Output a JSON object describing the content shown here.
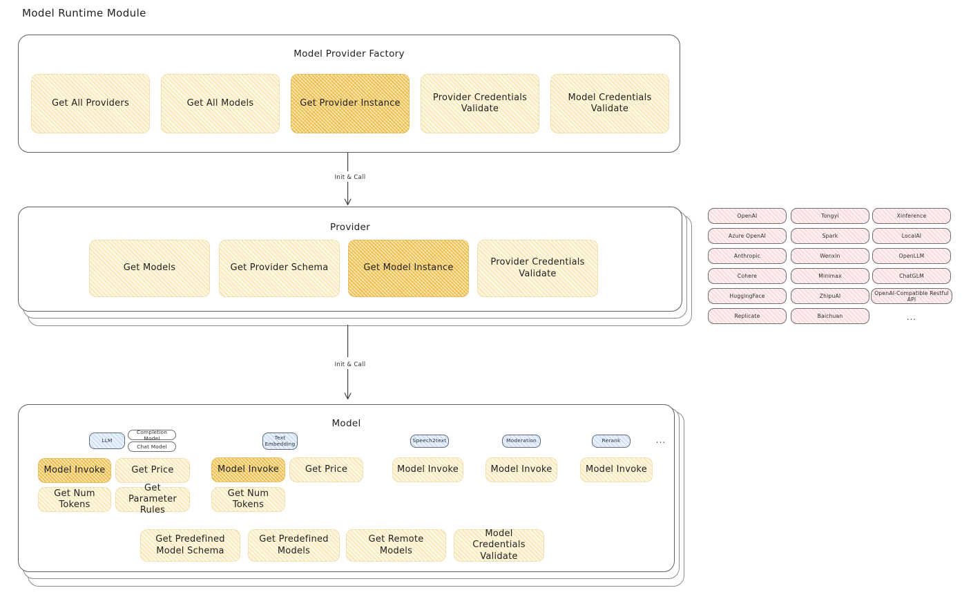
{
  "title": "Model Runtime Module",
  "factory": {
    "title": "Model Provider Factory",
    "items": [
      {
        "label": "Get All Providers",
        "highlight": false
      },
      {
        "label": "Get All Models",
        "highlight": false
      },
      {
        "label": "Get Provider Instance",
        "highlight": true
      },
      {
        "label": "Provider Credentials Validate",
        "highlight": false
      },
      {
        "label": "Model Credentials Validate",
        "highlight": false
      }
    ]
  },
  "arrows": [
    {
      "label": "Init & Call"
    },
    {
      "label": "Init & Call"
    }
  ],
  "provider": {
    "title": "Provider",
    "items": [
      {
        "label": "Get Models",
        "highlight": false
      },
      {
        "label": "Get Provider Schema",
        "highlight": false
      },
      {
        "label": "Get Model Instance",
        "highlight": true
      },
      {
        "label": "Provider Credentials Validate",
        "highlight": false
      }
    ]
  },
  "provider_list": {
    "columns": [
      [
        "OpenAI",
        "Azure OpenAI",
        "Anthropic",
        "Cohere",
        "HuggingFace",
        "Replicate"
      ],
      [
        "Tongyi",
        "Spark",
        "Wenxin",
        "Minimax",
        "ZhipuAI",
        "Baichuan"
      ],
      [
        "Xinference",
        "LocalAI",
        "OpenLLM",
        "ChatGLM",
        "OpenAI-Compatible Restful API"
      ]
    ],
    "more": "..."
  },
  "model": {
    "title": "Model",
    "more": "...",
    "types": [
      {
        "badge": "LLM",
        "sub_badges": [
          "Completion Model",
          "Chat Model"
        ],
        "methods": [
          {
            "label": "Model Invoke",
            "highlight": true
          },
          {
            "label": "Get Price",
            "highlight": false
          },
          {
            "label": "Get Num Tokens",
            "highlight": false
          },
          {
            "label": "Get Parameter Rules",
            "highlight": false
          }
        ]
      },
      {
        "badge": "Text Embedding",
        "sub_badges": [],
        "methods": [
          {
            "label": "Model Invoke",
            "highlight": true
          },
          {
            "label": "Get Price",
            "highlight": false
          },
          {
            "label": "Get Num Tokens",
            "highlight": false
          }
        ]
      },
      {
        "badge": "Speech2text",
        "sub_badges": [],
        "methods": [
          {
            "label": "Model Invoke",
            "highlight": false
          }
        ]
      },
      {
        "badge": "Moderation",
        "sub_badges": [],
        "methods": [
          {
            "label": "Model Invoke",
            "highlight": false
          }
        ]
      },
      {
        "badge": "Rerank",
        "sub_badges": [],
        "methods": [
          {
            "label": "Model Invoke",
            "highlight": false
          }
        ]
      }
    ],
    "common_methods": [
      {
        "label": "Get Predefined Model Schema"
      },
      {
        "label": "Get Predefined Models"
      },
      {
        "label": "Get Remote Models"
      },
      {
        "label": "Model Credentials Validate"
      }
    ]
  }
}
